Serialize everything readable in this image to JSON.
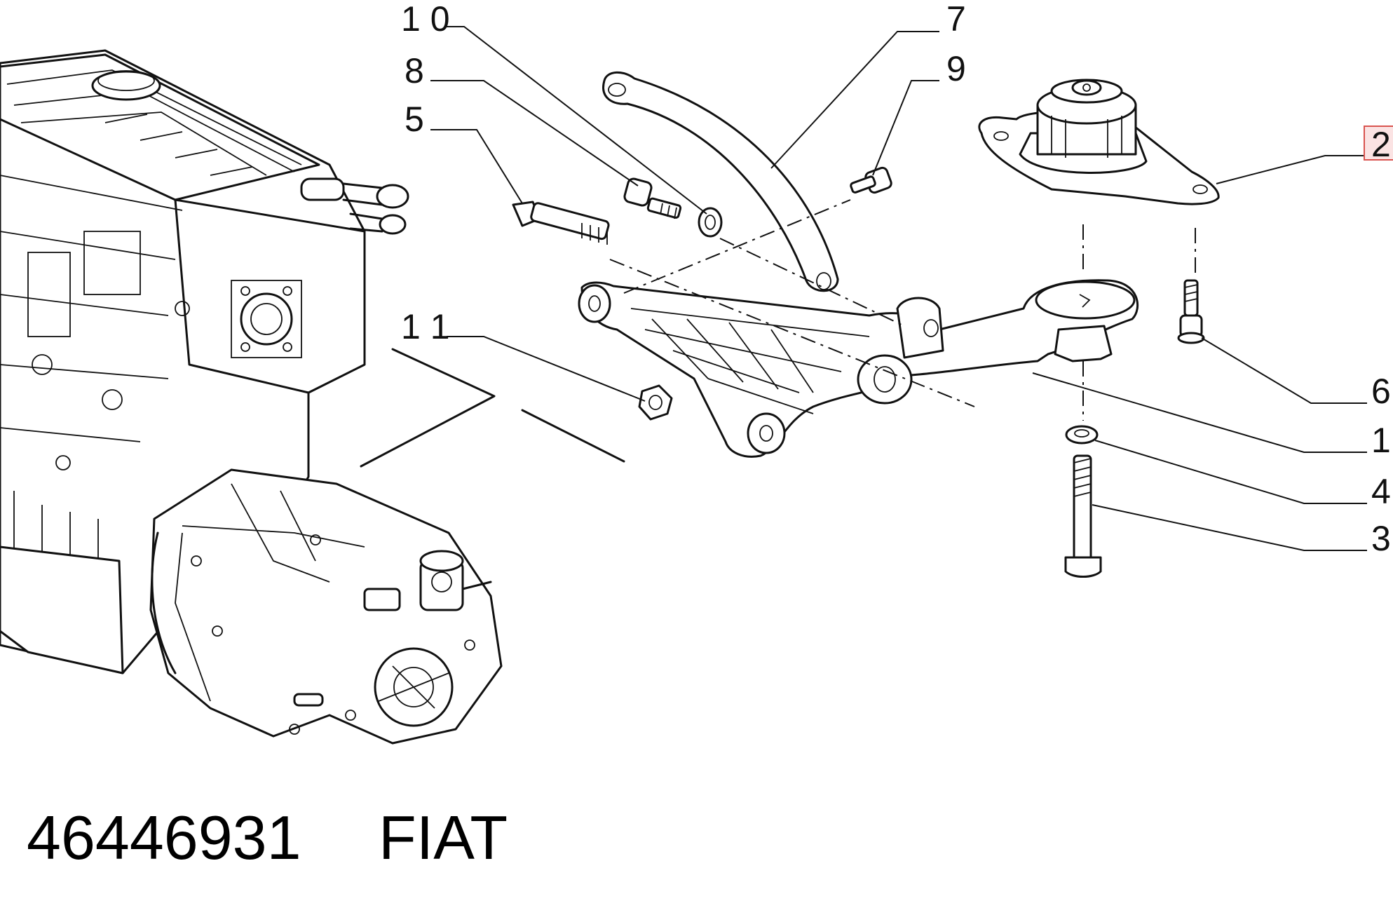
{
  "part_number": "46446931",
  "brand": "FIAT",
  "callouts": {
    "c1": "1",
    "c2": "2",
    "c3": "3",
    "c4": "4",
    "c5": "5",
    "c6": "6",
    "c7": "7",
    "c8": "8",
    "c9": "9",
    "c10": "1 0",
    "c11": "1 1"
  },
  "highlighted_callout": "2",
  "colors": {
    "line": "#111111",
    "highlight_box": "#d9534f",
    "highlight_fill": "#fbe3e3"
  }
}
